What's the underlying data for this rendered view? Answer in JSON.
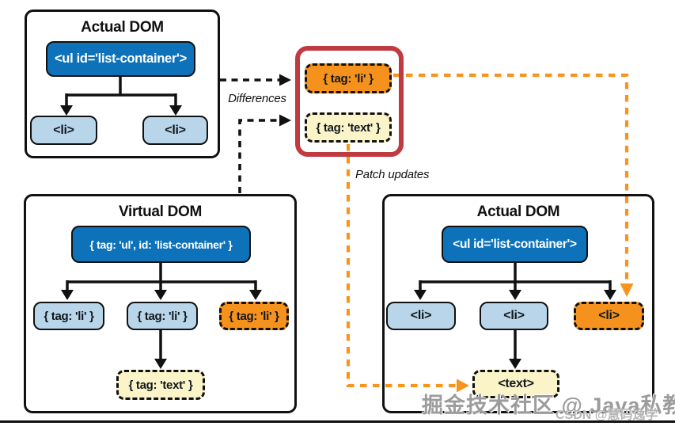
{
  "panels": {
    "top_actual_dom": {
      "title": "Actual DOM",
      "root": "<ul id='list-container'>",
      "children": [
        "<li>",
        "<li>"
      ]
    },
    "virtual_dom": {
      "title": "Virtual DOM",
      "root": "{ tag: 'ul', id: 'list-container' }",
      "children": [
        "{ tag: 'li' }",
        "{ tag: 'li' }",
        "{ tag: 'li' }"
      ],
      "grandchild": "{ tag: 'text' }"
    },
    "bottom_actual_dom": {
      "title": "Actual DOM",
      "root": "<ul id='list-container'>",
      "children": [
        "<li>",
        "<li>",
        "<li>"
      ],
      "grandchild": "<text>"
    }
  },
  "diff_box": {
    "items": [
      "{ tag: 'li' }",
      "{ tag: 'text' }"
    ]
  },
  "labels": {
    "differences": "Differences",
    "patch_updates": "Patch updates"
  },
  "watermark": {
    "primary": "掘金技术社区 @ Java私教",
    "secondary": "CSDN @慧码逸学"
  },
  "colors": {
    "node_blue": "#0d72b9",
    "node_light_blue": "#b8d5e9",
    "node_orange": "#f5921e",
    "node_yellow": "#fbf4c8",
    "diff_border_red": "#c03a41",
    "arrow_orange": "#f7941e",
    "line_black": "#111111"
  }
}
